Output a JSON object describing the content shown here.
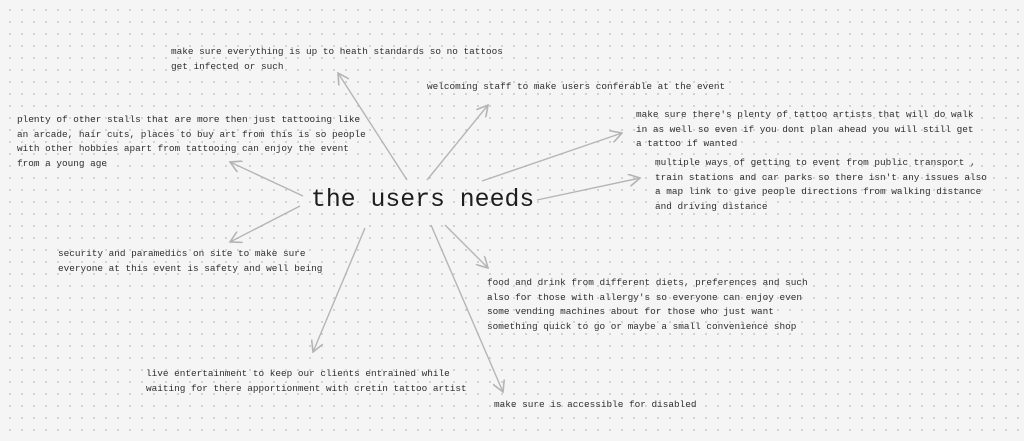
{
  "central_topic": "the users needs",
  "needs": [
    {
      "id": "health",
      "text": "make sure everything is up to heath standards so no tattoos\nget infected or such"
    },
    {
      "id": "welcoming",
      "text": "welcoming staff to make users conferable at the event"
    },
    {
      "id": "walk-in",
      "text": "make sure there's plenty of tattoo artists that will do walk\nin as well so even if you dont plan ahead you will still get\na tattoo if wanted"
    },
    {
      "id": "transport",
      "text": "multiple ways of getting to event from public transport ,\ntrain stations and car parks so there isn't any issues also\na map link to give people directions from walking distance\nand driving distance"
    },
    {
      "id": "stalls",
      "text": "plenty of other stalls that are more then just tattooing like\nan arcade, hair cuts, places to buy art from this is so people\nwith other hobbies apart from tattooing can enjoy the event\nfrom a young age"
    },
    {
      "id": "security",
      "text": "security and paramedics on site to make sure\neveryone at this event is safety and well being"
    },
    {
      "id": "food",
      "text": "food and drink from different diets, preferences and such\nalso for those with allergy's so everyone can enjoy even\nsome vending machines about for those who just want\nsomething quick to go or maybe a small convenience shop"
    },
    {
      "id": "entertainment",
      "text": "live entertainment to keep our clients entrained while\nwaiting for there apportionment with cretin tattoo artist"
    },
    {
      "id": "accessible",
      "text": "make sure is accessible for disabled"
    }
  ],
  "colors": {
    "background": "#f5f5f5",
    "arrow": "#b5b5b5",
    "text": "#2e2e2e"
  }
}
